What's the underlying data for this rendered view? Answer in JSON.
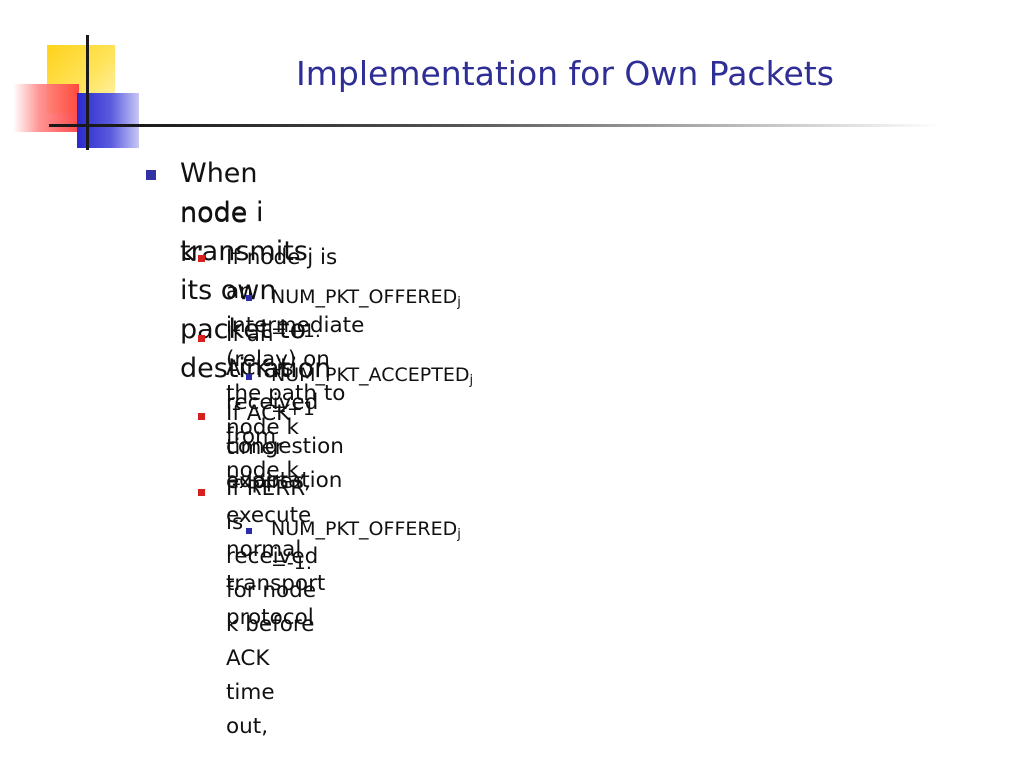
{
  "slide": {
    "title": "Implementation for Own Packets",
    "bullets": {
      "b1": "When node i transmits its own packet to destination",
      "b1_cont": "node k:",
      "b1_1": "If node j is an intermediate (relay) on the path to node k",
      "b1_1_1": {
        "name": "NUM_PKT_OFFERED",
        "sub": "j",
        "rest": " =+1."
      },
      "b1_2": "If an ACK is received from node k,",
      "b1_2_1": {
        "name": "NUM_PKT_ACCEPTED",
        "sub": "j",
        "rest": " =+1"
      },
      "b1_3": "If ACK timer expires, execute normal transport protocol",
      "b1_3_cont": "congestion adaptation",
      "b1_4": "If RERR is received for node k before ACK time out,",
      "b1_4_1": {
        "name": "NUM_PKT_OFFERED",
        "sub": "j",
        "rest": " =-1."
      }
    }
  },
  "colors": {
    "title": "#2e2e96",
    "bullet_level1": "#3131a3",
    "bullet_level2": "#d61f1f",
    "bullet_level3": "#2c2caa"
  },
  "icons": {
    "logo": "overlapping-squares-logo"
  }
}
